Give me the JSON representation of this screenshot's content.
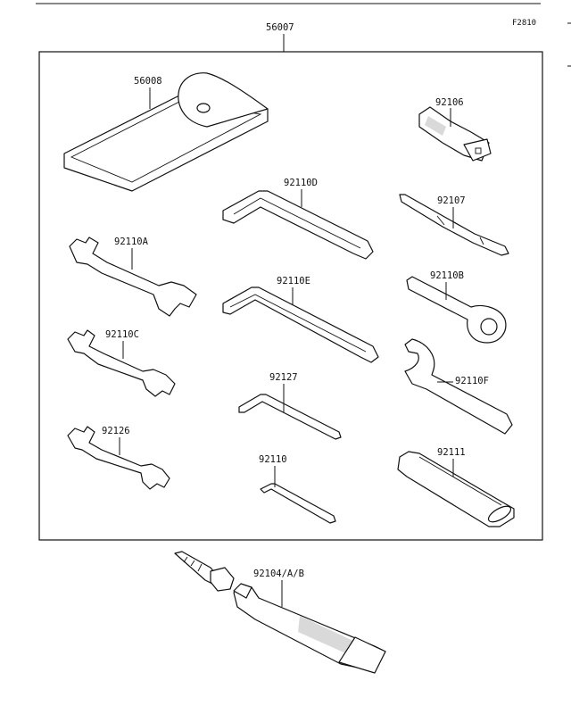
{
  "figure_code": "F2810",
  "kit": {
    "part_no": "56007"
  },
  "parts": [
    {
      "id": "bag",
      "part_no": "56008"
    },
    {
      "id": "socket",
      "part_no": "92106"
    },
    {
      "id": "hex-large",
      "part_no": "92110D"
    },
    {
      "id": "screwdriver",
      "part_no": "92107"
    },
    {
      "id": "wrench-a",
      "part_no": "92110A"
    },
    {
      "id": "hex-e",
      "part_no": "92110E"
    },
    {
      "id": "ring-b",
      "part_no": "92110B"
    },
    {
      "id": "wrench-c",
      "part_no": "92110C"
    },
    {
      "id": "pin-f",
      "part_no": "92110F"
    },
    {
      "id": "hex-127",
      "part_no": "92127"
    },
    {
      "id": "wrench-126",
      "part_no": "92126"
    },
    {
      "id": "hex-small",
      "part_no": "92110"
    },
    {
      "id": "handle",
      "part_no": "92111"
    },
    {
      "id": "grease",
      "part_no": "92104/A/B"
    }
  ]
}
